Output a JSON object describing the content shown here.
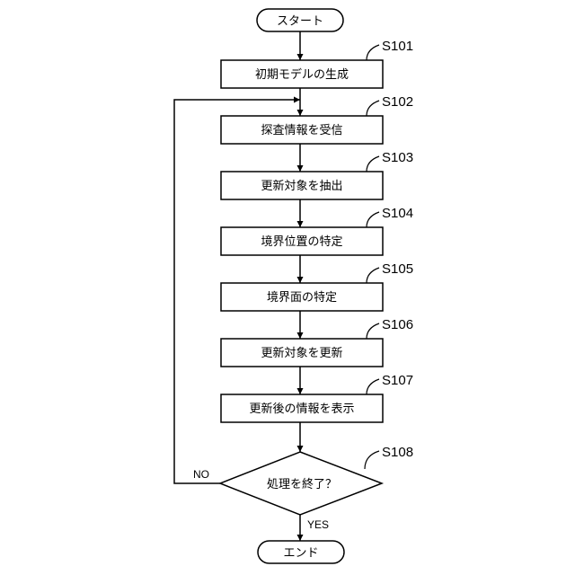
{
  "start": "スタート",
  "end": "エンド",
  "steps": [
    {
      "id": "S101",
      "text": "初期モデルの生成"
    },
    {
      "id": "S102",
      "text": "探査情報を受信"
    },
    {
      "id": "S103",
      "text": "更新対象を抽出"
    },
    {
      "id": "S104",
      "text": "境界位置の特定"
    },
    {
      "id": "S105",
      "text": "境界面の特定"
    },
    {
      "id": "S106",
      "text": "更新対象を更新"
    },
    {
      "id": "S107",
      "text": "更新後の情報を表示"
    }
  ],
  "decision": {
    "id": "S108",
    "text": "処理を終了？",
    "no_label": "NO",
    "yes_label": "YES"
  }
}
